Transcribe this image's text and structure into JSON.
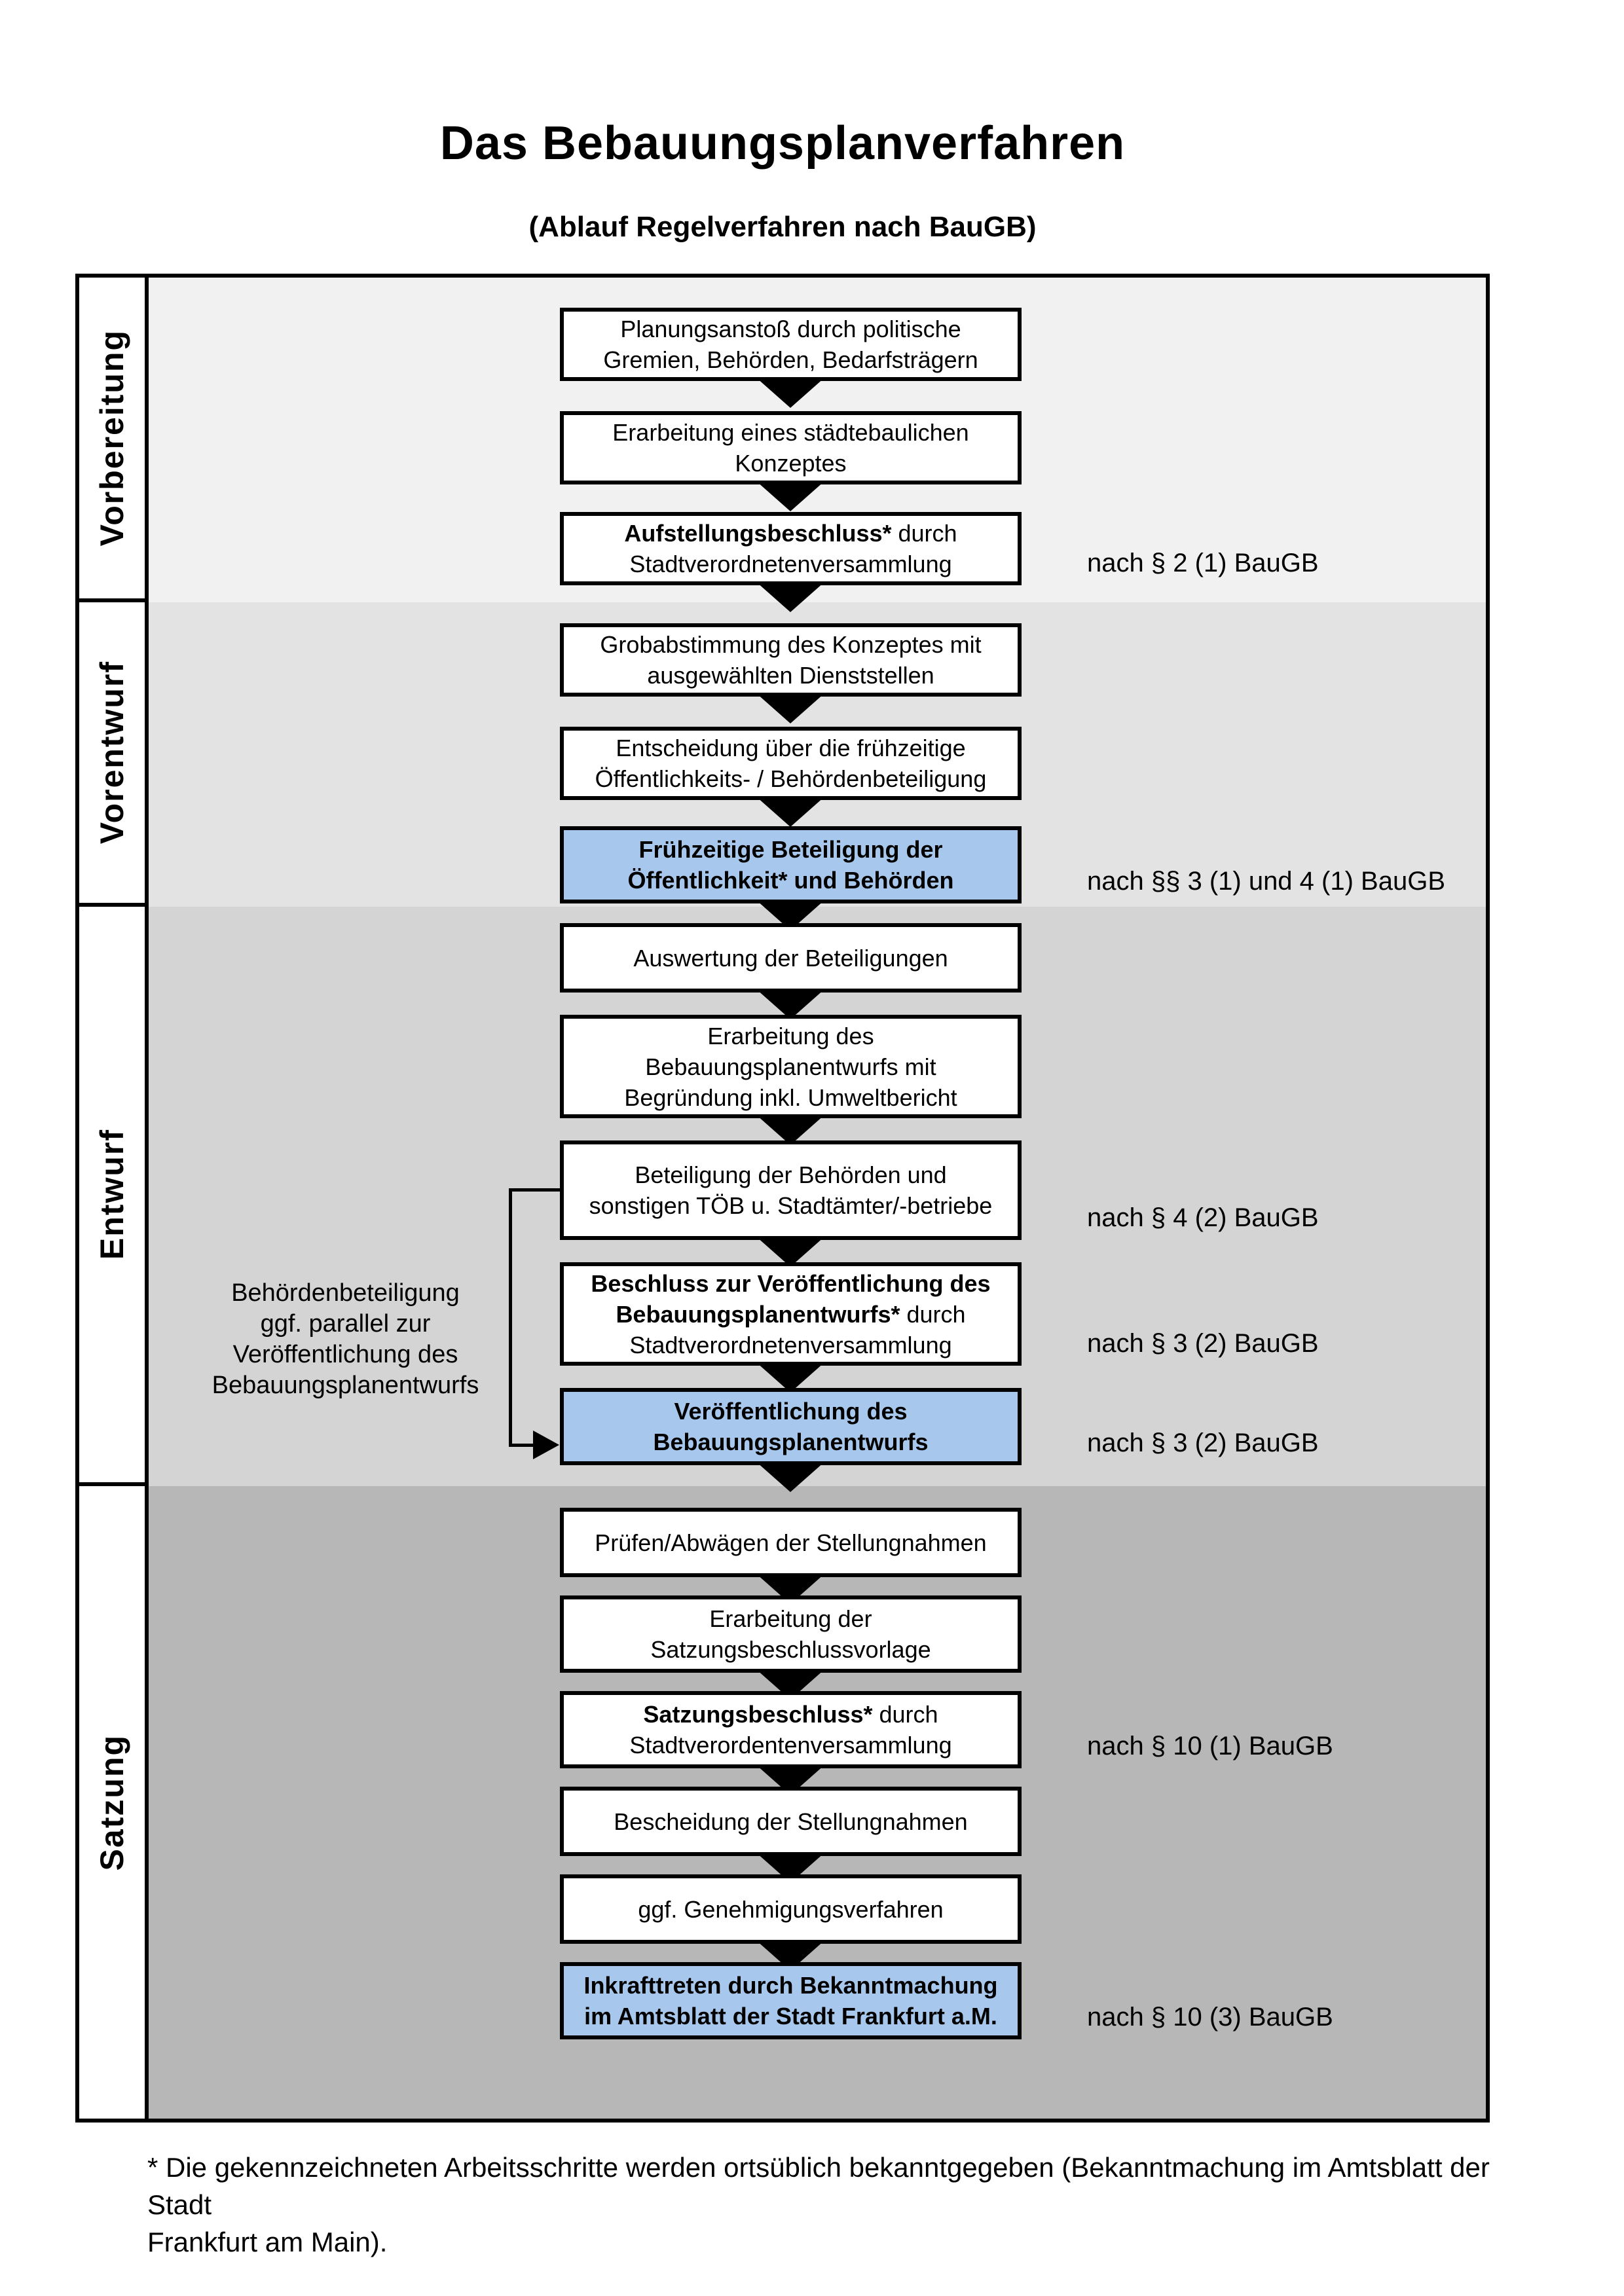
{
  "title": "Das Bebauungsplanverfahren",
  "subtitle": "(Ablauf Regelverfahren nach BauGB)",
  "phases": [
    {
      "label": "Vorbereitung"
    },
    {
      "label": "Vorentwurf"
    },
    {
      "label": "Entwurf"
    },
    {
      "label": "Satzung"
    }
  ],
  "steps": [
    {
      "text": "Planungsanstoß durch politische\nGremien, Behörden, Bedarfsträgern"
    },
    {
      "text": "Erarbeitung eines städtebaulichen\nKonzeptes"
    },
    {
      "bold": "Aufstellungsbeschluss*",
      "text": " durch\nStadtverordnetenversammlung",
      "ref": "nach § 2 (1) BauGB"
    },
    {
      "text": "Grobabstimmung des Konzeptes mit\nausgewählten Dienststellen"
    },
    {
      "text": "Entscheidung über die frühzeitige\nÖffentlichkeits- / Behördenbeteiligung"
    },
    {
      "bold": "Frühzeitige Beteiligung der\nÖffentlichkeit* und Behörden",
      "highlighted": true,
      "ref": "nach §§ 3 (1) und 4 (1) BauGB"
    },
    {
      "text": "Auswertung der Beteiligungen"
    },
    {
      "text": "Erarbeitung des\nBebauungsplanentwurfs mit\nBegründung inkl. Umweltbericht"
    },
    {
      "text": "Beteiligung der Behörden und\nsonstigen TÖB u. Stadtämter/-betriebe",
      "ref": "nach § 4 (2) BauGB"
    },
    {
      "bold": "Beschluss zur Veröffentlichung des\nBebauungsplanentwurfs*",
      "text": " durch\nStadtverordnetenversammlung",
      "ref": "nach § 3 (2) BauGB"
    },
    {
      "bold": "Veröffentlichung des\nBebauungsplanentwurfs",
      "highlighted": true,
      "ref": "nach § 3 (2) BauGB"
    },
    {
      "text": "Prüfen/Abwägen der Stellungnahmen"
    },
    {
      "text": "Erarbeitung der\nSatzungsbeschlussvorlage"
    },
    {
      "bold": "Satzungsbeschluss*",
      "text": " durch\nStadtverordentenversammlung",
      "ref": "nach § 10 (1) BauGB"
    },
    {
      "text": "Bescheidung der Stellungnahmen"
    },
    {
      "text": "ggf. Genehmigungsverfahren"
    },
    {
      "bold": "Inkrafttreten",
      "text": " durch Bekanntmachung\nim Amtsblatt der Stadt Frankfurt a.M.",
      "highlighted": true,
      "ref": "nach § 10 (3) BauGB"
    }
  ],
  "side_note": "Behördenbeteiligung\nggf. parallel zur\nVeröffentlichung des\nBebauungsplanentwurfs",
  "footnote": "* Die gekennzeichneten Arbeitsschritte werden ortsüblich bekanntgegeben (Bekanntmachung im Amtsblatt  der Stadt\nFrankfurt am Main).",
  "colors": {
    "highlight_blue": "#a7c7ed",
    "band_vorbereitung": "#f1f1f1",
    "band_vorentwurf": "#e3e3e3",
    "band_entwurf": "#d4d4d4",
    "band_satzung": "#b7b7b7",
    "box_border": "#000000"
  }
}
